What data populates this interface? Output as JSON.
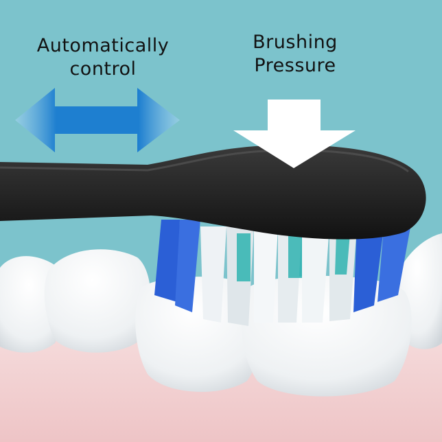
{
  "labels": {
    "left_line1": "Automatically",
    "left_line2": "control",
    "right_line1": "Brushing",
    "right_line2": "Pressure"
  },
  "colors": {
    "background": "#7cc3cc",
    "gum": "#f3d3d3",
    "tooth": "#f7f9fa",
    "brush_head": "#2a2a2a",
    "bristle_blue": "#2b5fd6",
    "bristle_teal": "#2fb3b0",
    "arrow_blue": "#1e7fd0",
    "arrow_white": "#ffffff"
  },
  "icons": {
    "left_arrow": "double-horizontal-arrow-icon",
    "right_arrow": "down-arrow-icon"
  }
}
